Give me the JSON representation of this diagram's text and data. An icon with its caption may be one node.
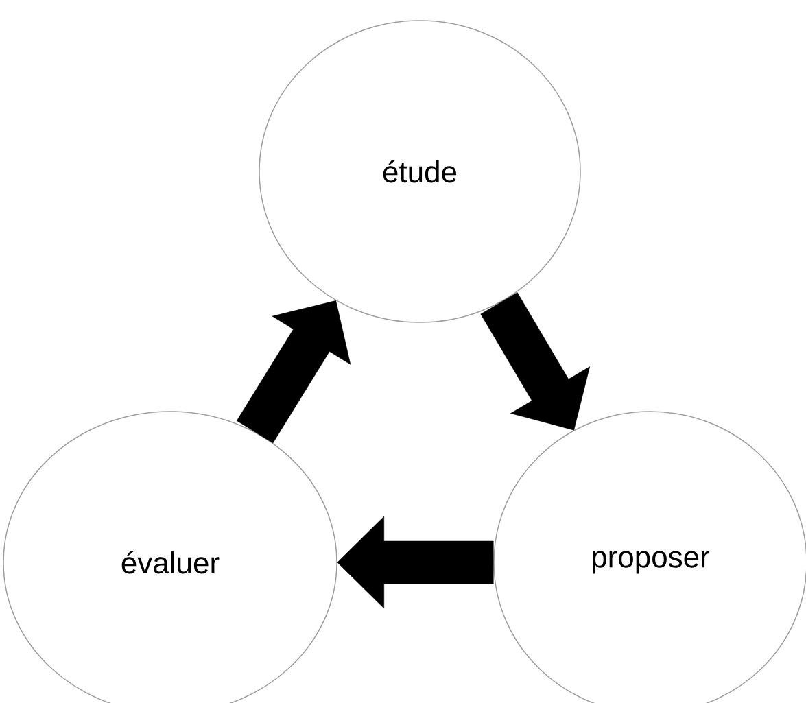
{
  "diagram": {
    "nodes": [
      {
        "text": [
          "étude"
        ]
      },
      {
        "text": [
          "proposer"
        ]
      },
      {
        "text": [
          "évaluer"
        ]
      }
    ],
    "edges": [
      {
        "from": 0,
        "to": 1,
        "arrow": "to"
      },
      {
        "from": 1,
        "to": 2,
        "arrow": "to"
      },
      {
        "from": 2,
        "to": 0,
        "arrow": "to"
      }
    ]
  }
}
